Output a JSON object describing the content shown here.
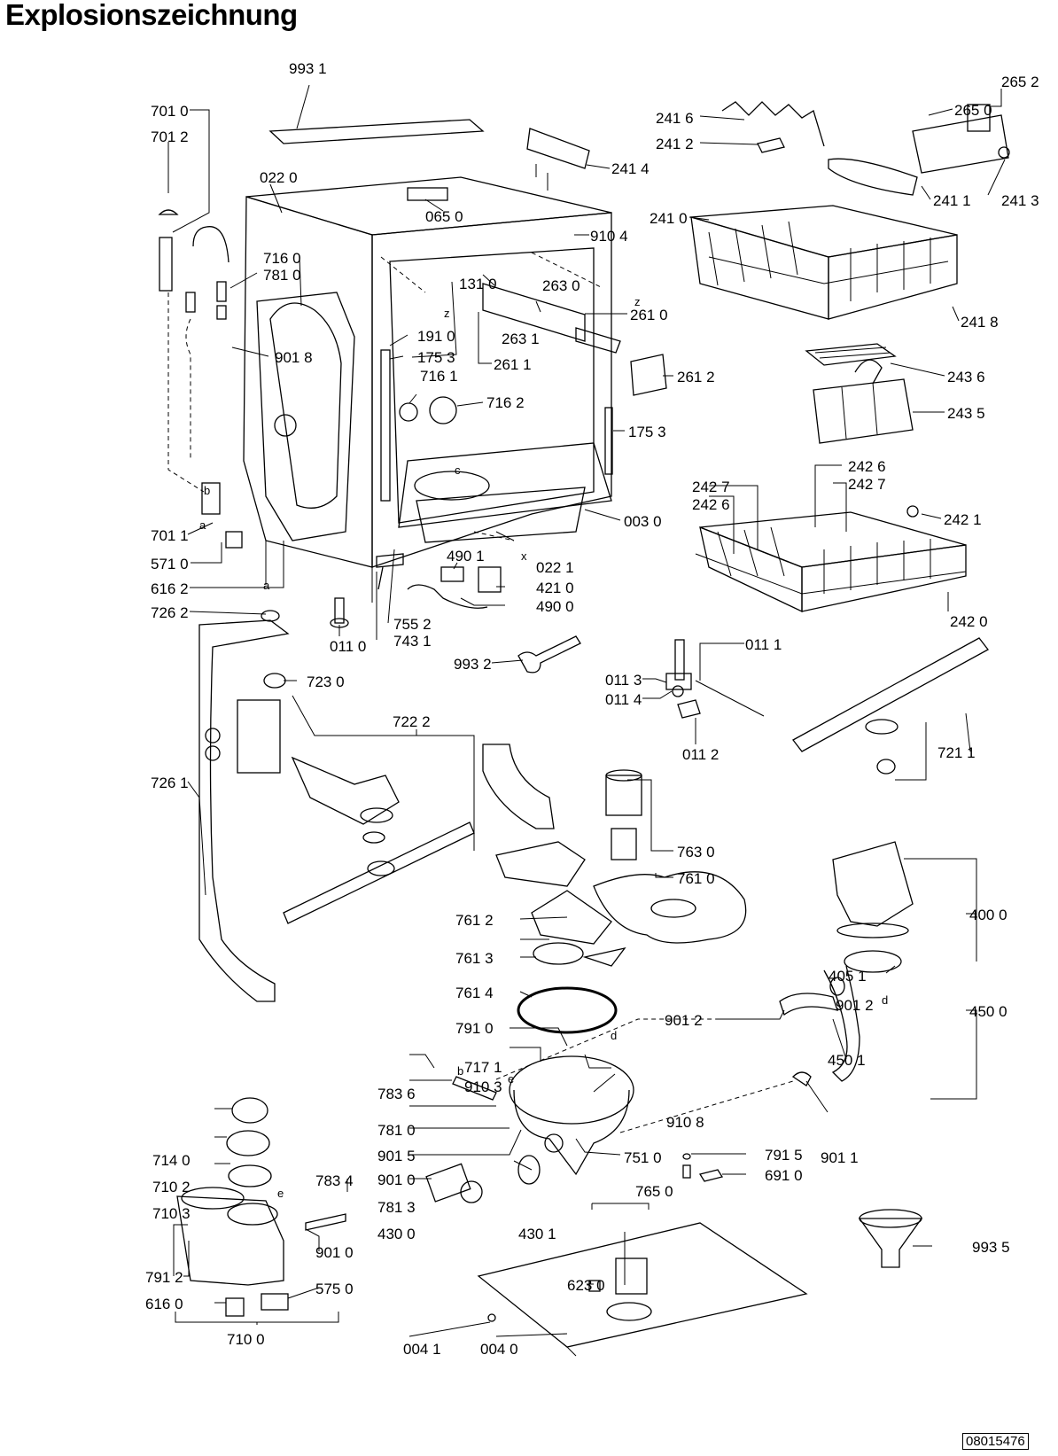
{
  "title": "Explosionszeichnung",
  "document_number": "08015476",
  "labels": [
    {
      "id": "l1",
      "text": "993 1"
    },
    {
      "id": "l2",
      "text": "701 0"
    },
    {
      "id": "l3",
      "text": "701 2"
    },
    {
      "id": "l4",
      "text": "022 0"
    },
    {
      "id": "l5",
      "text": "065 0"
    },
    {
      "id": "l6",
      "text": "910 4"
    },
    {
      "id": "l7",
      "text": "716 0"
    },
    {
      "id": "l8",
      "text": "781 0"
    },
    {
      "id": "l9",
      "text": "131 0"
    },
    {
      "id": "l10",
      "text": "263 0"
    },
    {
      "id": "l11",
      "text": "261 0"
    },
    {
      "id": "l12",
      "text": "263 1"
    },
    {
      "id": "l13",
      "text": "261 1"
    },
    {
      "id": "l14",
      "text": "191 0"
    },
    {
      "id": "l15",
      "text": "175 3"
    },
    {
      "id": "l16",
      "text": "901 8"
    },
    {
      "id": "l17",
      "text": "716 1"
    },
    {
      "id": "l18",
      "text": "716 2"
    },
    {
      "id": "l19",
      "text": "175 3"
    },
    {
      "id": "l20",
      "text": "261 2"
    },
    {
      "id": "l21",
      "text": "241 6"
    },
    {
      "id": "l22",
      "text": "241 2"
    },
    {
      "id": "l23",
      "text": "241 4"
    },
    {
      "id": "l24",
      "text": "265 2"
    },
    {
      "id": "l25",
      "text": "265 0"
    },
    {
      "id": "l26",
      "text": "241 1"
    },
    {
      "id": "l27",
      "text": "241 3"
    },
    {
      "id": "l28",
      "text": "241 0"
    },
    {
      "id": "l29",
      "text": "241 8"
    },
    {
      "id": "l30",
      "text": "243 6"
    },
    {
      "id": "l31",
      "text": "243 5"
    },
    {
      "id": "l32",
      "text": "242 6"
    },
    {
      "id": "l33",
      "text": "242 7"
    },
    {
      "id": "l34",
      "text": "242 7"
    },
    {
      "id": "l35",
      "text": "242 6"
    },
    {
      "id": "l36",
      "text": "242 1"
    },
    {
      "id": "l37",
      "text": "242 0"
    },
    {
      "id": "l38",
      "text": "003 0"
    },
    {
      "id": "l39",
      "text": "701 1"
    },
    {
      "id": "l40",
      "text": "571 0"
    },
    {
      "id": "l41",
      "text": "616 2"
    },
    {
      "id": "l42",
      "text": "490 1"
    },
    {
      "id": "l43",
      "text": "022 1"
    },
    {
      "id": "l44",
      "text": "421 0"
    },
    {
      "id": "l45",
      "text": "490 0"
    },
    {
      "id": "l46",
      "text": "755 2"
    },
    {
      "id": "l47",
      "text": "743 1"
    },
    {
      "id": "l48",
      "text": "726 2"
    },
    {
      "id": "l49",
      "text": "011 0"
    },
    {
      "id": "l50",
      "text": "993 2"
    },
    {
      "id": "l51",
      "text": "723 0"
    },
    {
      "id": "l52",
      "text": "011 1"
    },
    {
      "id": "l53",
      "text": "011 3"
    },
    {
      "id": "l54",
      "text": "011 4"
    },
    {
      "id": "l55",
      "text": "011 2"
    },
    {
      "id": "l56",
      "text": "722 2"
    },
    {
      "id": "l57",
      "text": "726 1"
    },
    {
      "id": "l58",
      "text": "721 1"
    },
    {
      "id": "l59",
      "text": "763 0"
    },
    {
      "id": "l60",
      "text": "761 0"
    },
    {
      "id": "l61",
      "text": "761 2"
    },
    {
      "id": "l62",
      "text": "400 0"
    },
    {
      "id": "l63",
      "text": "761 3"
    },
    {
      "id": "l64",
      "text": "405 1"
    },
    {
      "id": "l65",
      "text": "761 4"
    },
    {
      "id": "l66",
      "text": "901 2"
    },
    {
      "id": "l67",
      "text": "791 0"
    },
    {
      "id": "l68",
      "text": "450 0"
    },
    {
      "id": "l69",
      "text": "901 2"
    },
    {
      "id": "l70",
      "text": "450 1"
    },
    {
      "id": "l71",
      "text": "717 1"
    },
    {
      "id": "l72",
      "text": "910 3"
    },
    {
      "id": "l73",
      "text": "783 6"
    },
    {
      "id": "l74",
      "text": "910 8"
    },
    {
      "id": "l75",
      "text": "781 0"
    },
    {
      "id": "l76",
      "text": "714 0"
    },
    {
      "id": "l77",
      "text": "901 5"
    },
    {
      "id": "l78",
      "text": "901 0"
    },
    {
      "id": "l79",
      "text": "901 1"
    },
    {
      "id": "l80",
      "text": "710 2"
    },
    {
      "id": "l81",
      "text": "781 3"
    },
    {
      "id": "l82",
      "text": "751 0"
    },
    {
      "id": "l83",
      "text": "791 5"
    },
    {
      "id": "l84",
      "text": "710 3"
    },
    {
      "id": "l85",
      "text": "783 4"
    },
    {
      "id": "l86",
      "text": "430 0"
    },
    {
      "id": "l87",
      "text": "430 1"
    },
    {
      "id": "l88",
      "text": "765 0"
    },
    {
      "id": "l89",
      "text": "691 0"
    },
    {
      "id": "l90",
      "text": "993 5"
    },
    {
      "id": "l91",
      "text": "901 0"
    },
    {
      "id": "l92",
      "text": "791 2"
    },
    {
      "id": "l93",
      "text": "575 0"
    },
    {
      "id": "l94",
      "text": "623 0"
    },
    {
      "id": "l95",
      "text": "616 0"
    },
    {
      "id": "l96",
      "text": "710 0"
    },
    {
      "id": "l97",
      "text": "004 1"
    },
    {
      "id": "l98",
      "text": "004 0"
    }
  ],
  "ref_letters": {
    "a": "a",
    "b": "b",
    "c": "c",
    "d": "d",
    "e": "e",
    "x": "x",
    "z": "z"
  }
}
